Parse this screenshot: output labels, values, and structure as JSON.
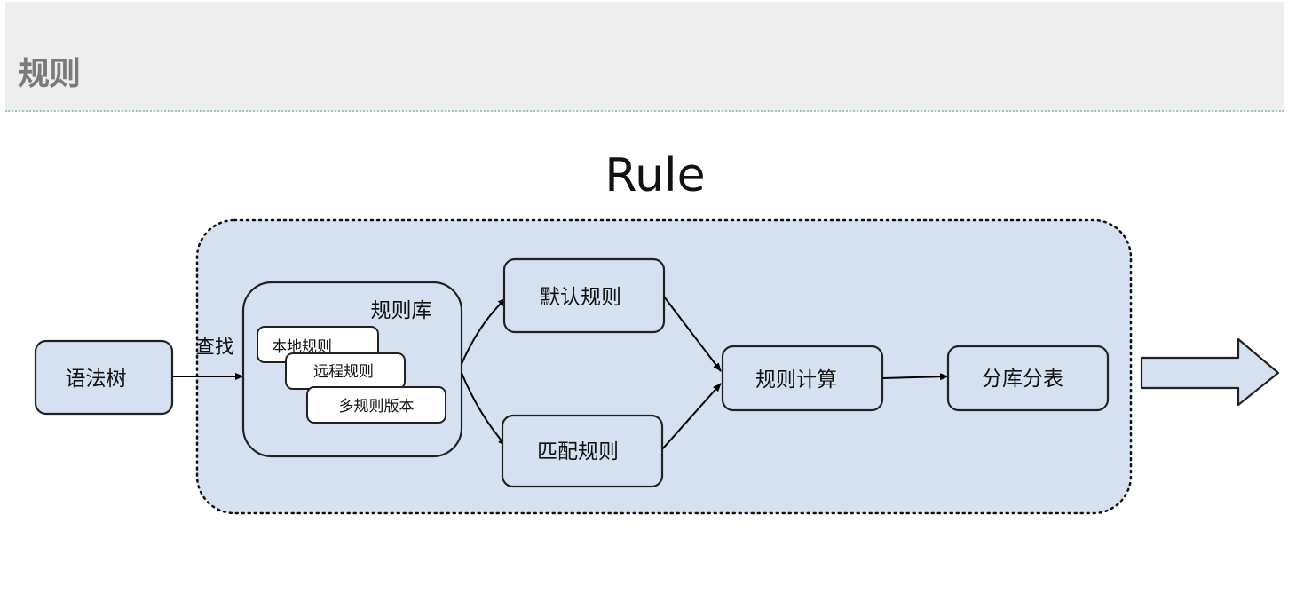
{
  "page": {
    "header_title": "规则"
  },
  "diagram": {
    "title": "Rule",
    "nodes": {
      "syntax_tree": "语法树",
      "lookup": "查找",
      "rule_library": "规则库",
      "local_rule": "本地规则",
      "remote_rule": "远程规则",
      "multi_version_rule": "多规则版本",
      "default_rule": "默认规则",
      "match_rule": "匹配规则",
      "rule_calc": "规则计算",
      "sharding": "分库分表"
    }
  }
}
